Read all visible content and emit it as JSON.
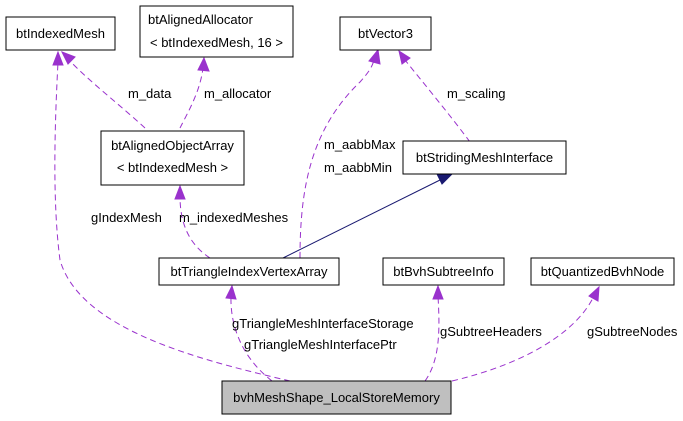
{
  "colors": {
    "usage_edge": "#9a32cd",
    "inheritance_edge": "#191970",
    "root_fill": "#bfbfbf",
    "node_fill": "#ffffff"
  },
  "nodes": {
    "btIndexedMesh": {
      "lines": [
        "btIndexedMesh"
      ]
    },
    "btAlignedAllocator": {
      "lines": [
        "btAlignedAllocator",
        "< btIndexedMesh, 16 >"
      ]
    },
    "btVector3": {
      "lines": [
        "btVector3"
      ]
    },
    "btAlignedObjectArray": {
      "lines": [
        "btAlignedObjectArray",
        "< btIndexedMesh >"
      ]
    },
    "btStridingMeshInterface": {
      "lines": [
        "btStridingMeshInterface"
      ]
    },
    "btTriangleIndexVertexArray": {
      "lines": [
        "btTriangleIndexVertexArray"
      ]
    },
    "btBvhSubtreeInfo": {
      "lines": [
        "btBvhSubtreeInfo"
      ]
    },
    "btQuantizedBvhNode": {
      "lines": [
        "btQuantizedBvhNode"
      ]
    },
    "bvhMeshShape_LocalStoreMemory": {
      "lines": [
        "bvhMeshShape_LocalStoreMemory"
      ]
    }
  },
  "edges": {
    "m_data": {
      "labels": [
        "m_data"
      ]
    },
    "m_allocator": {
      "labels": [
        "m_allocator"
      ]
    },
    "m_scaling": {
      "labels": [
        "m_scaling"
      ]
    },
    "m_aabb": {
      "labels": [
        "m_aabbMax",
        "m_aabbMin"
      ]
    },
    "m_indexedMeshes": {
      "labels": [
        "m_indexedMeshes"
      ]
    },
    "gIndexMesh": {
      "labels": [
        "gIndexMesh"
      ]
    },
    "gTriangleMeshInterface": {
      "labels": [
        "gTriangleMeshInterfaceStorage",
        "gTriangleMeshInterfacePtr"
      ]
    },
    "gSubtreeHeaders": {
      "labels": [
        "gSubtreeHeaders"
      ]
    },
    "gSubtreeNodes": {
      "labels": [
        "gSubtreeNodes"
      ]
    }
  }
}
